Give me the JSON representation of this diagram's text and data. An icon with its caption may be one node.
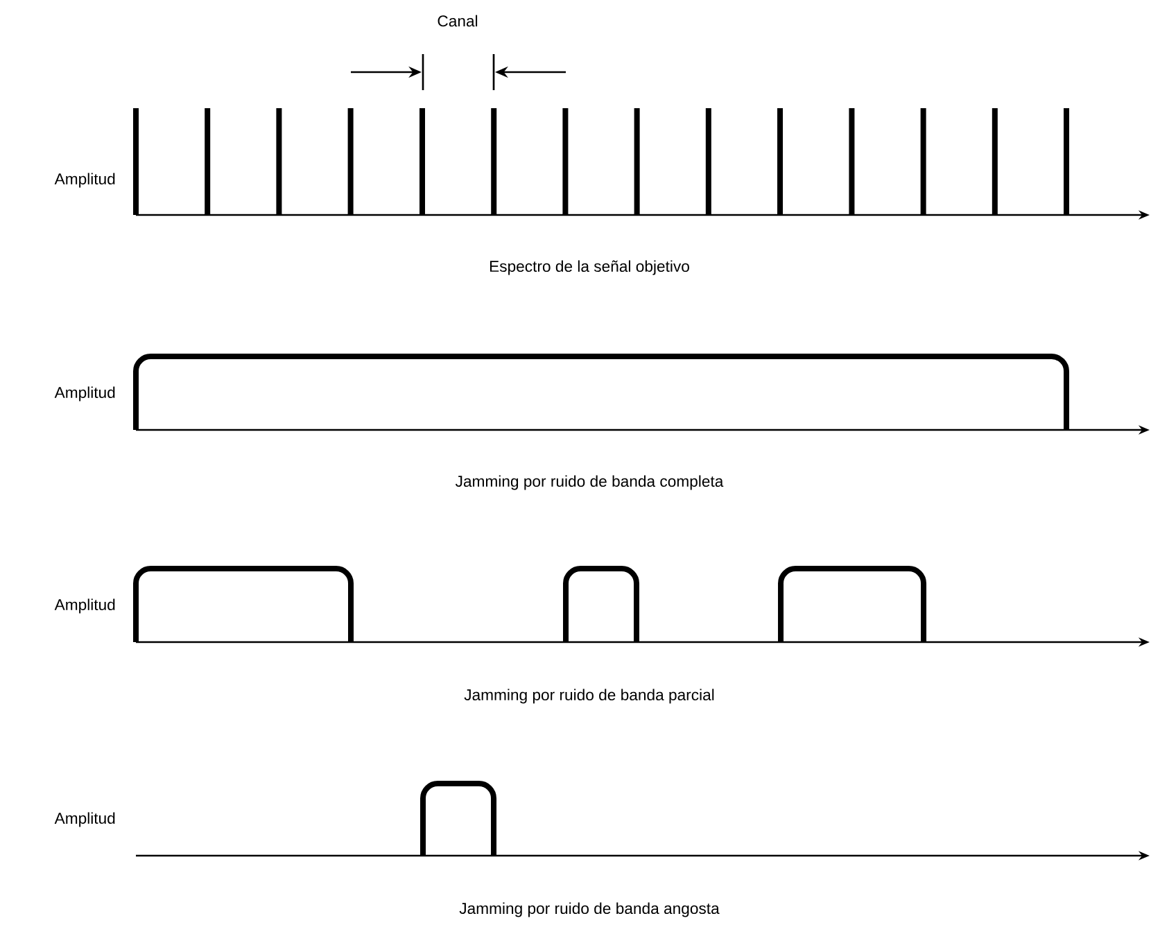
{
  "diagram": {
    "labels": [
      "Canal",
      "Amplitud",
      "Espectro de la señal objetivo",
      "Amplitud",
      "Jamming por ruido de banda completa",
      "Amplitud",
      "Jamming por ruido de banda parcial",
      "Amplitud",
      "Jamming por ruido de banda angosta"
    ]
  }
}
